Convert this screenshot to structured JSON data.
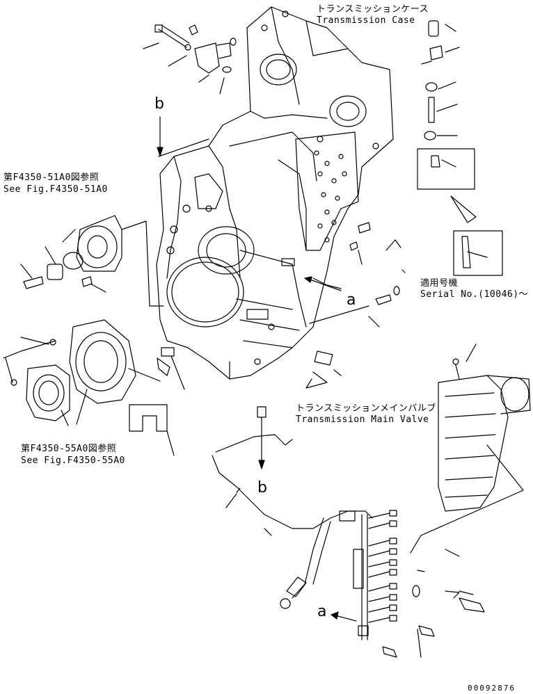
{
  "callouts": {
    "transmission_case_jp": "トランスミッションケース",
    "transmission_case_en": "Transmission Case",
    "main_valve_jp": "トランスミッションメインバルブ",
    "main_valve_en": "Transmission Main Valve",
    "serial_jp": "適用号機",
    "serial_en": "Serial No.(10046)～"
  },
  "references": {
    "fig_51a0_jp": "第F4350-51A0図参照",
    "fig_51a0_en": "See Fig.F4350-51A0",
    "fig_55a0_jp": "第F4350-55A0図参照",
    "fig_55a0_en": "See Fig.F4350-55A0"
  },
  "view_markers": {
    "b_top": "b",
    "b_bottom": "b",
    "a_right": "a",
    "a_bottom": "a"
  },
  "document_number": "00092876"
}
